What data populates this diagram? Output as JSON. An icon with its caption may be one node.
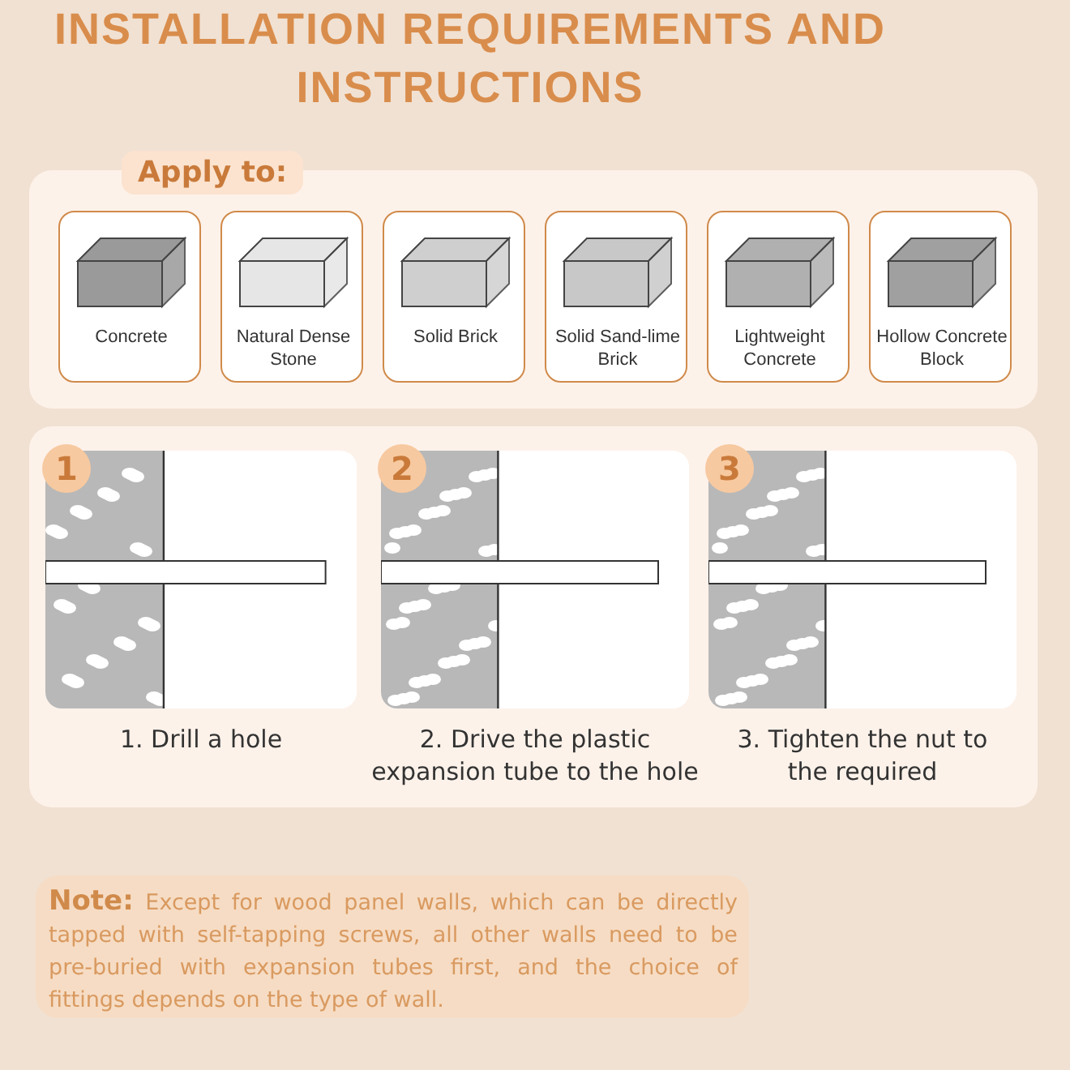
{
  "diagram": {
    "title": "INSTALLATION REQUIREMENTS AND INSTRUCTIONS",
    "nodes": [
      {
        "text": [
          "Apply to:"
        ]
      },
      {
        "text": [
          "Concrete"
        ],
        "in": 0
      },
      {
        "text": [
          "Natural Dense Stone"
        ],
        "in": 0
      },
      {
        "text": [
          "Solid Brick"
        ],
        "in": 0
      },
      {
        "text": [
          "Solid Sand-lime Brick"
        ],
        "in": 0
      },
      {
        "text": [
          "Lightweight Concrete"
        ],
        "in": 0
      },
      {
        "text": [
          "Hollow Concrete Block"
        ],
        "in": 0
      },
      {
        "text": [
          "1",
          "1. Drill a hole"
        ]
      },
      {
        "text": [
          "2",
          "2. Drive the plastic expansion tube to the hole"
        ]
      },
      {
        "text": [
          "3",
          "3. Tighten the nut to the required"
        ]
      }
    ],
    "labels": [
      "**Note:** Except for wood panel walls, which can be directly tapped with self-tapping screws, all other walls need to be pre-buried with expansion tubes first, and the choice of fittings depends on the type of wall."
    ]
  }
}
